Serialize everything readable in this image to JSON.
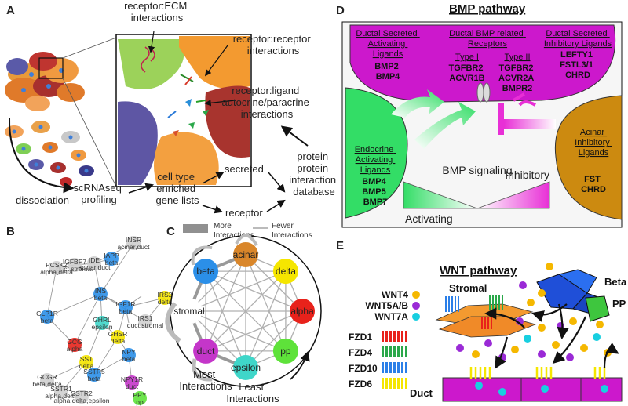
{
  "panels": {
    "a": "A",
    "b": "B",
    "c": "C",
    "d": "D",
    "e": "E"
  },
  "panelA": {
    "interaction_ecm": "receptor:ECM\ninteractions",
    "interaction_receptor": "receptor:receptor\ninteractions",
    "interaction_ligand": "receptor:ligand\nautocrine/paracrine\ninteractions",
    "dissociation": "dissociation",
    "scrnaseq": "scRNAseq\nprofiling",
    "cell_type": "cell type\nenriched\ngene lists",
    "secreted": "secreted",
    "receptor": "receptor",
    "database": "protein\nprotein\ninteraction\ndatabase"
  },
  "panelB": {
    "nodes": [
      {
        "label": "IGFBP7",
        "sub": "duct,stromal",
        "color": "#cfcfcf"
      },
      {
        "label": "INSR",
        "sub": "acinar,duct",
        "color": "#cfcfcf"
      },
      {
        "label": "IAPP",
        "sub": "beta",
        "color": "#2b8fe8"
      },
      {
        "label": "IDE",
        "sub": "acinar,duct",
        "color": "#cfcfcf"
      },
      {
        "label": "PCSK2",
        "sub": "alpha,delta",
        "color": "#cfcfcf"
      },
      {
        "label": "INS",
        "sub": "beta",
        "color": "#2b8fe8"
      },
      {
        "label": "IGF1R",
        "sub": "beta",
        "color": "#2b8fe8"
      },
      {
        "label": "IRS2",
        "sub": "delta",
        "color": "#f5e600"
      },
      {
        "label": "GLP1R",
        "sub": "beta",
        "color": "#2b8fe8"
      },
      {
        "label": "GCG",
        "sub": "alpha",
        "color": "#e8221b"
      },
      {
        "label": "GHRL",
        "sub": "epsilon",
        "color": "#3fd6c9"
      },
      {
        "label": "IRS1",
        "sub": "duct,stromal",
        "color": "#cfcfcf"
      },
      {
        "label": "GCGR",
        "sub": "beta,delta",
        "color": "#cfcfcf"
      },
      {
        "label": "GHSR",
        "sub": "delta",
        "color": "#f5e600"
      },
      {
        "label": "NPY",
        "sub": "beta",
        "color": "#2b8fe8"
      },
      {
        "label": "SST",
        "sub": "delta",
        "color": "#f5e600"
      },
      {
        "label": "NPY1R",
        "sub": "duct",
        "color": "#c436c9"
      },
      {
        "label": "SSTR1",
        "sub": "alpha,delta",
        "color": "#cfcfcf"
      },
      {
        "label": "SSTR5",
        "sub": "beta",
        "color": "#2b8fe8"
      },
      {
        "label": "PPY",
        "sub": "pp",
        "color": "#5ee23a"
      },
      {
        "label": "SSTR2",
        "sub": "alpha,delta,epsilon",
        "color": "#cfcfcf"
      }
    ]
  },
  "panelC": {
    "legend_more": "More\nInteractions",
    "legend_fewer": "Fewer\nInteractions",
    "most": "Most\nInteractions",
    "least": "Least\nInteractions",
    "nodes": [
      {
        "label": "acinar",
        "color": "#d9862a"
      },
      {
        "label": "delta",
        "color": "#f5e600"
      },
      {
        "label": "alpha",
        "color": "#e8221b"
      },
      {
        "label": "pp",
        "color": "#5ee23a"
      },
      {
        "label": "epsilon",
        "color": "#3fd6c9"
      },
      {
        "label": "duct",
        "color": "#c436c9"
      },
      {
        "label": "stromal",
        "color": "#ffffff"
      },
      {
        "label": "beta",
        "color": "#2b8fe8"
      }
    ]
  },
  "panelD": {
    "title": "BMP pathway",
    "ductal_activating_head": "Ductal Secreted\nActivating\nLigands",
    "ductal_activating": "BMP2\nBMP4",
    "receptors_head": "Ductal BMP related\nReceptors",
    "type1_head": "Type I",
    "type1": "TGFBR2\nACVR1B",
    "type2_head": "Type II",
    "type2": "TGFBR2\nACVR2A\nBMPR2",
    "ductal_inhibitory_head": "Ductal Secreted\nInhibitory Ligands",
    "ductal_inhibitory": "LEFTY1\nFSTL3/1\nCHRD",
    "endocrine_head": "Endocrine\nActivating\nLigands",
    "endocrine": "BMP4\nBMP5\nBMP7",
    "acinar_head": "Acinar\nInhibitory\nLigands",
    "acinar": "FST\nCHRD",
    "signaling": "BMP signaling",
    "activating": "Activating",
    "inhibitory": "Inhibitory",
    "colors": {
      "duct": "#cc18cc",
      "endocrine": "#33dd66",
      "acinar": "#cc8a10"
    }
  },
  "panelE": {
    "title": "WNT pathway",
    "ligands": [
      {
        "label": "WNT4",
        "color": "#f5b800"
      },
      {
        "label": "WNT5A/B",
        "color": "#9a2ad6"
      },
      {
        "label": "WNT7A",
        "color": "#18cfe0"
      }
    ],
    "receptors": [
      {
        "label": "FZD1",
        "color": "#e8221b"
      },
      {
        "label": "FZD4",
        "color": "#2aa84a"
      },
      {
        "label": "FZD10",
        "color": "#2b7fe8"
      },
      {
        "label": "FZD6",
        "color": "#f5e600"
      }
    ],
    "stromal": "Stromal",
    "beta": "Beta",
    "pp": "PP",
    "duct": "Duct"
  }
}
